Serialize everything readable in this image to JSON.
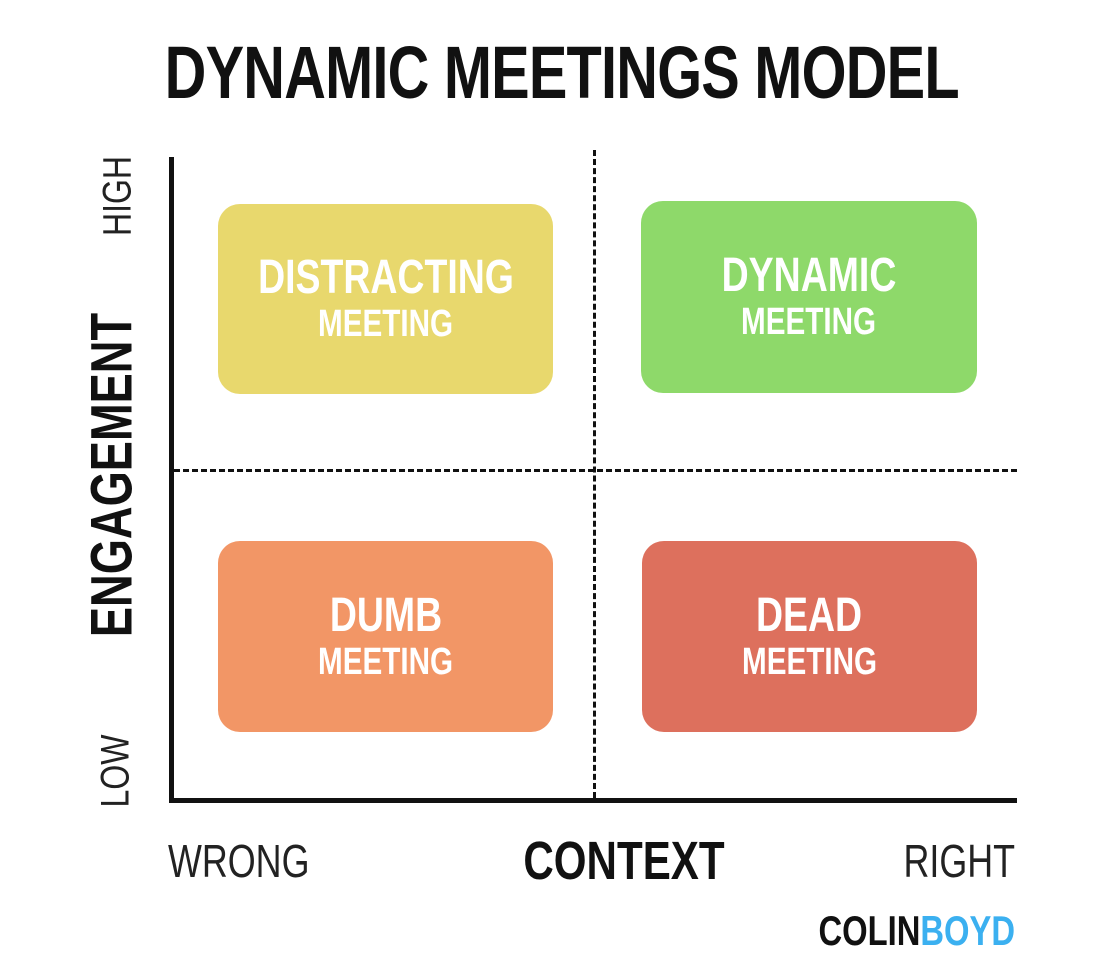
{
  "title": "DYNAMIC MEETINGS MODEL",
  "y_axis": {
    "label": "ENGAGEMENT",
    "high": "HIGH",
    "low": "LOW"
  },
  "x_axis": {
    "label": "CONTEXT",
    "low": "WRONG",
    "high": "RIGHT"
  },
  "quadrants": [
    {
      "main": "DISTRACTING",
      "sub": "MEETING",
      "color": "#e8d86d",
      "position": "top-left"
    },
    {
      "main": "DYNAMIC",
      "sub": "MEETING",
      "color": "#8ed96a",
      "position": "top-right"
    },
    {
      "main": "DUMB",
      "sub": "MEETING",
      "color": "#f29666",
      "position": "bottom-left"
    },
    {
      "main": "DEAD",
      "sub": "MEETING",
      "color": "#dd705d",
      "position": "bottom-right"
    }
  ],
  "brand": {
    "first": "COLIN",
    "last": "BOYD",
    "first_color": "#111111",
    "last_color": "#3bb0f0"
  }
}
